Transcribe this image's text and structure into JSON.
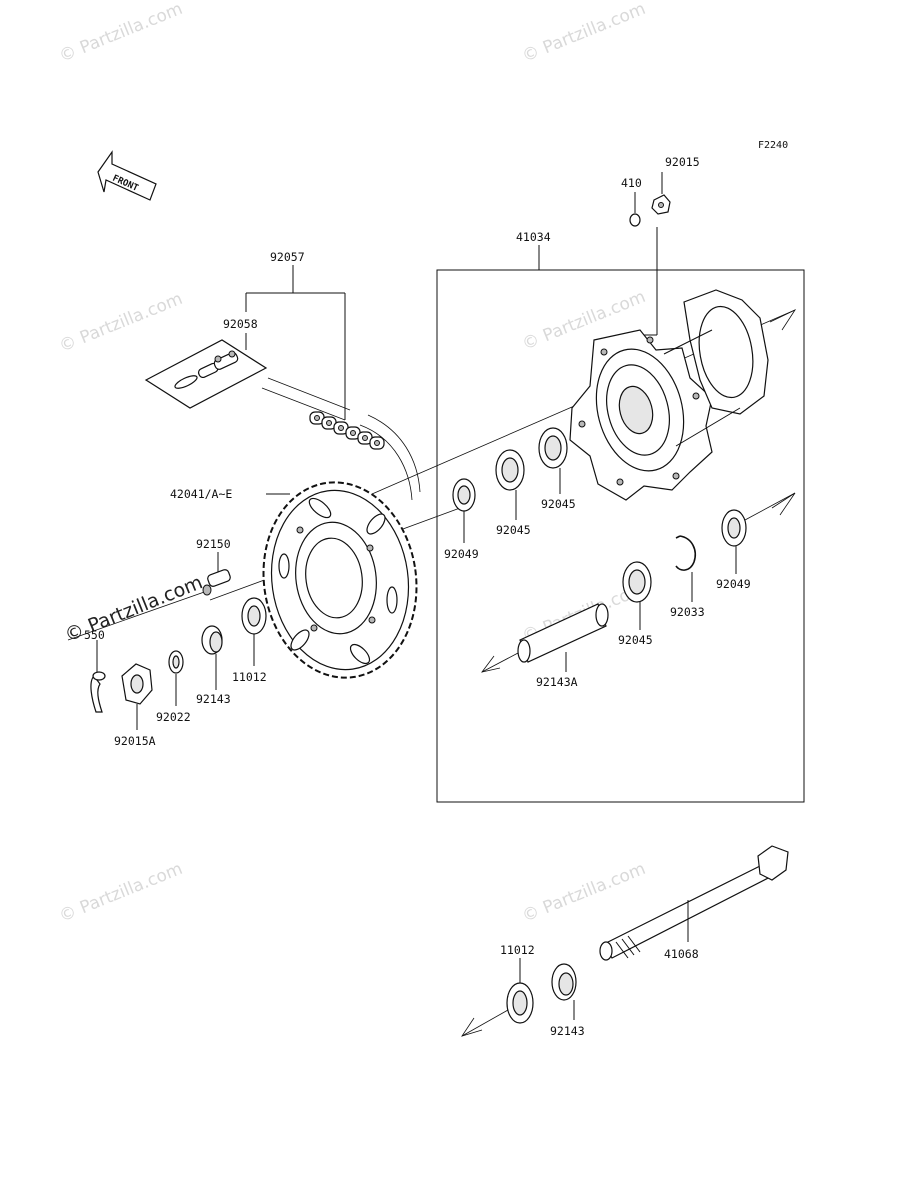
{
  "figure_id": "F2240",
  "front_label": "FRONT",
  "watermark": "© Partzilla.com",
  "callouts": [
    {
      "key": "p410",
      "text": "410"
    },
    {
      "key": "p92015",
      "text": "92015"
    },
    {
      "key": "p41034",
      "text": "41034"
    },
    {
      "key": "p92057",
      "text": "92057"
    },
    {
      "key": "p92058",
      "text": "92058"
    },
    {
      "key": "p42041",
      "text": "42041/A~E"
    },
    {
      "key": "p92150",
      "text": "92150"
    },
    {
      "key": "p550",
      "text": "550"
    },
    {
      "key": "p92015A",
      "text": "92015A"
    },
    {
      "key": "p92022",
      "text": "92022"
    },
    {
      "key": "p92143a",
      "text": "92143"
    },
    {
      "key": "p11012a",
      "text": "11012"
    },
    {
      "key": "p92049a",
      "text": "92049"
    },
    {
      "key": "p92045a",
      "text": "92045"
    },
    {
      "key": "p92045b",
      "text": "92045"
    },
    {
      "key": "p92045c",
      "text": "92045"
    },
    {
      "key": "p92033",
      "text": "92033"
    },
    {
      "key": "p92049b",
      "text": "92049"
    },
    {
      "key": "p92143A",
      "text": "92143A"
    },
    {
      "key": "p11012b",
      "text": "11012"
    },
    {
      "key": "p92143b",
      "text": "92143"
    },
    {
      "key": "p41068",
      "text": "41068"
    }
  ]
}
